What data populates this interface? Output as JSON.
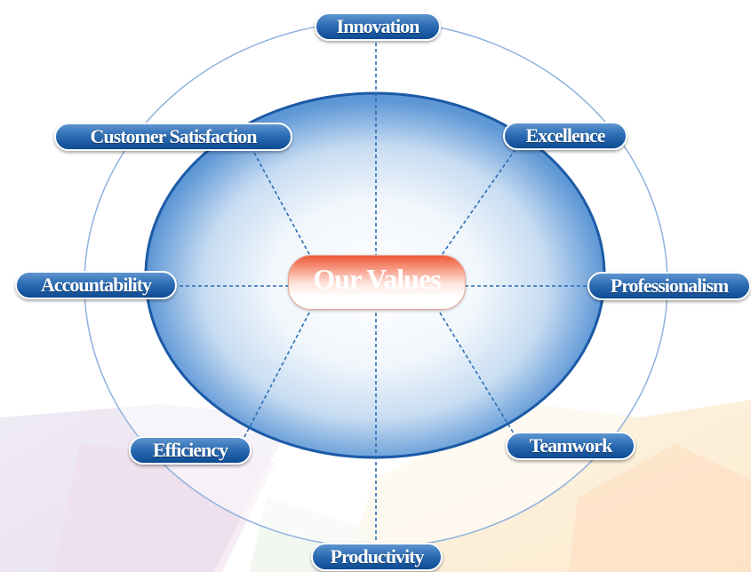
{
  "diagram": {
    "center_label": "Our Values",
    "values": [
      {
        "id": "innovation",
        "label": "Innovation"
      },
      {
        "id": "excellence",
        "label": "Excellence"
      },
      {
        "id": "professionalism",
        "label": "Professionalism"
      },
      {
        "id": "teamwork",
        "label": "Teamwork"
      },
      {
        "id": "productivity",
        "label": "Productivity"
      },
      {
        "id": "efficiency",
        "label": "Efficiency"
      },
      {
        "id": "accountability",
        "label": "Accountability"
      },
      {
        "id": "customer-satisfaction",
        "label": "Customer Satisfaction"
      }
    ]
  },
  "colors": {
    "node_blue": "#1d5aa3",
    "connector_blue": "#2a6db3",
    "outer_ring": "#8fb2dc",
    "center_red": "#ee5a3a"
  }
}
